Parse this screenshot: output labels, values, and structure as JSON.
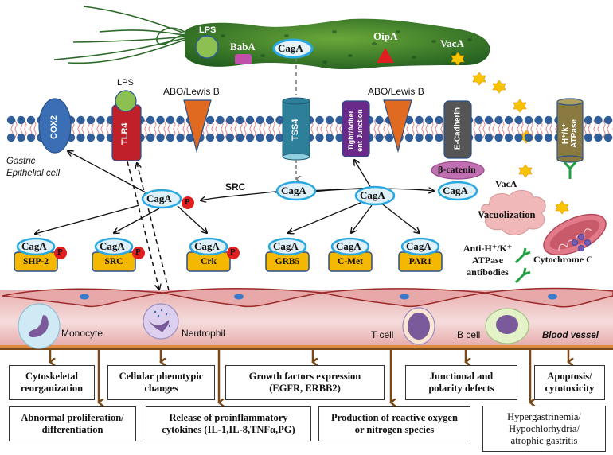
{
  "bacterium": {
    "labels": {
      "lps": "LPS",
      "baba": "BabA",
      "caga": "CagA",
      "oipa": "OipA",
      "vaca": "VacA"
    }
  },
  "membrane": {
    "cell_label_line1": "Gastric",
    "cell_label_line2": "Epithelial cell",
    "proteins": {
      "cox2": "COX2",
      "tlr4": "TLR4",
      "tlr4_ligand": "LPS",
      "abo1": "ABO/Lewis B",
      "tss4": "TSS4",
      "tight_line1": "Tight/Adher",
      "tight_line2": "ent Junction",
      "abo2": "ABO/Lewis B",
      "ecadherin": "E-Cadherin",
      "beta_catenin": "β-catenin",
      "atpase_line1": "H⁺/k⁺",
      "atpase_line2": "ATPase"
    }
  },
  "signaling": {
    "src_label": "SRC",
    "caga": "CagA",
    "phospho": "P",
    "targets": [
      {
        "name": "SHP-2",
        "phospho": true
      },
      {
        "name": "SRC",
        "phospho": true
      },
      {
        "name": "Crk",
        "phospho": true
      },
      {
        "name": "GRB5",
        "phospho": false
      },
      {
        "name": "C-Met",
        "phospho": false
      },
      {
        "name": "PAR1",
        "phospho": false
      }
    ],
    "vaca": "VacA",
    "vacuolization": "Vacuolization",
    "antibody_line1": "Anti-H⁺/K⁺",
    "antibody_line2": "ATPase",
    "antibody_line3": "antibodies",
    "cytochrome": "Cytochrome C"
  },
  "blood_vessel": {
    "label": "Blood vessel",
    "cells": {
      "monocyte": "Monocyte",
      "neutrophil": "Neutrophil",
      "tcell": "T cell",
      "bcell": "B cell"
    }
  },
  "outcomes": {
    "row1": [
      {
        "line1": "Cytoskeletal",
        "line2": "reorganization"
      },
      {
        "line1": "Cellular phenotypic",
        "line2": "changes"
      },
      {
        "line1": "Growth factors expression",
        "line2": "(EGFR, ERBB2)"
      },
      {
        "line1": "Junctional and",
        "line2": "polarity defects"
      },
      {
        "line1": "Apoptosis/",
        "line2": "cytotoxicity"
      }
    ],
    "row2": [
      {
        "line1": "Abnormal proliferation/",
        "line2": "differentiation"
      },
      {
        "line1": "Release of proinflammatory",
        "line2": "cytokines (IL-1,IL-8,TNFα,PG)"
      },
      {
        "line1": "Production of reactive oxygen",
        "line2": "or nitrogen species"
      },
      {
        "line1": "Hypergastrinemia/",
        "line2": "Hypochlorhydria/",
        "line3": "atrophic gastritis"
      }
    ]
  },
  "colors": {
    "bacterium": "#2f7a2a",
    "lps": "#8cc152",
    "baba": "#c050a8",
    "oipa": "#e02020",
    "vaca": "#f8c400",
    "caga_fill": "#dff0f8",
    "caga_border": "#2aa8e0",
    "phospho": "#e02020",
    "membrane_head": "#2f5e9a",
    "membrane_tail": "#e07a7a",
    "cox2": "#3a6fb5",
    "tlr4": "#c0202a",
    "abo": "#e06a20",
    "tss4": "#2e7f9a",
    "tight": "#6a2a8a",
    "ecadherin": "#555555",
    "beta_catenin": "#c070b0",
    "atpase": "#8a7a40",
    "target_fill": "#f5b800",
    "vessel": "#efc0c0",
    "arrow_brown": "#7a4a1a"
  }
}
